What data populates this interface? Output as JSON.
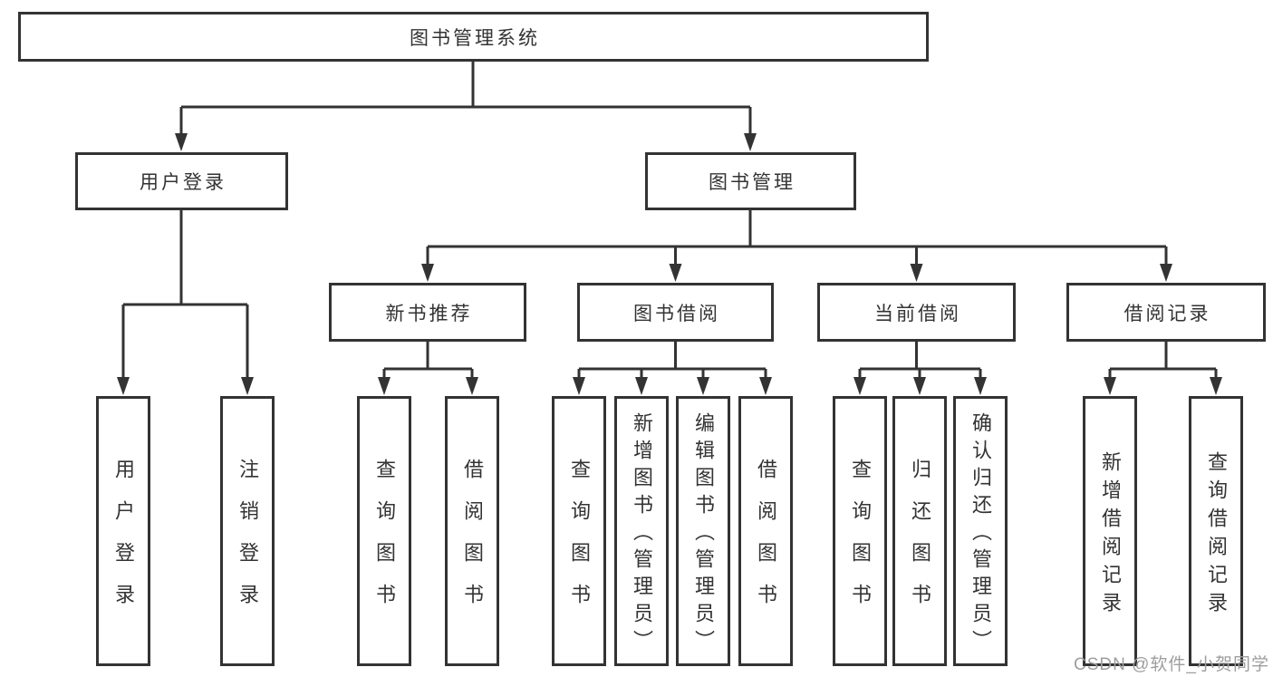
{
  "diagram": {
    "type": "hierarchy-tree",
    "root": {
      "label": "图书管理系统"
    },
    "branches": {
      "user_login": {
        "label": "用户登录",
        "children": [
          "用户登录",
          "注销登录"
        ]
      },
      "book_management": {
        "label": "图书管理",
        "children": {
          "new_book_recommendation": {
            "label": "新书推荐",
            "children": [
              "查询图书",
              "借阅图书"
            ]
          },
          "book_borrowing": {
            "label": "图书借阅",
            "children": [
              "查询图书",
              "新增图书（管理员）",
              "编辑图书（管理员）",
              "借阅图书"
            ]
          },
          "current_borrowing": {
            "label": "当前借阅",
            "children": [
              "查询图书",
              "归还图书",
              "确认归还（管理员）"
            ]
          },
          "borrowing_records": {
            "label": "借阅记录",
            "children": [
              "新增借阅记录",
              "查询借阅记录"
            ]
          }
        }
      }
    },
    "watermark": "CSDN @软件_小贺同学",
    "colors": {
      "line": "#333333",
      "box_border": "#333333",
      "text": "#333333",
      "watermark": "#9e9e9e",
      "background": "#ffffff"
    }
  }
}
